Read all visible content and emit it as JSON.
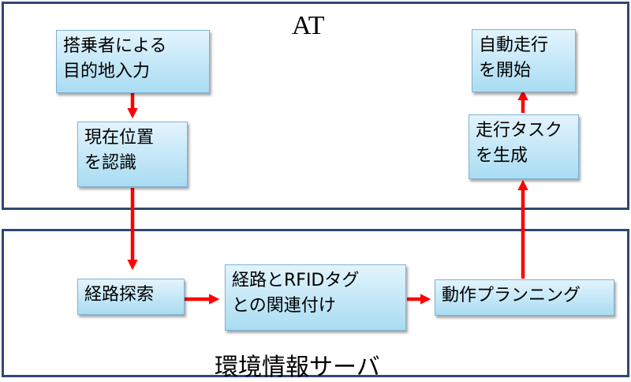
{
  "at": {
    "title": "AT"
  },
  "server": {
    "title": "環境情報サーバ"
  },
  "boxes": {
    "destination_input": {
      "line1": "搭乗者による",
      "line2": "目的地入力"
    },
    "recognize_position": {
      "line1": "現在位置",
      "line2": "を認識"
    },
    "route_search": {
      "line1": "経路探索"
    },
    "rfid_association": {
      "line1": "経路とRFIDタグ",
      "line2": "との関連付け"
    },
    "motion_planning": {
      "line1": "動作プランニング"
    },
    "generate_task": {
      "line1": "走行タスク",
      "line2": "を生成"
    },
    "start_driving": {
      "line1": "自動走行",
      "line2": "を開始"
    }
  },
  "colors": {
    "arrow": "#ff0000",
    "border": "#2f4773",
    "box_top": "#e3f4fd",
    "box_bottom": "#a9dcf2"
  }
}
